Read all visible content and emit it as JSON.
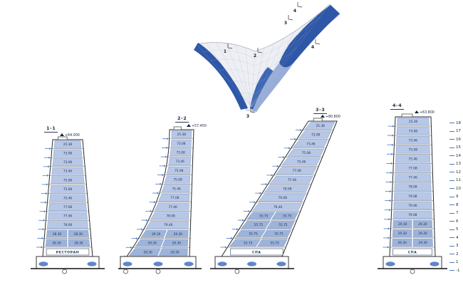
{
  "model": {
    "markers": [
      "1",
      "2",
      "3",
      "3",
      "4",
      "4"
    ]
  },
  "sections": [
    {
      "id": "s11",
      "label": "1-1",
      "elevation": "+64.000",
      "base_label": "РЕСТОРАН",
      "floors": [
        "25.38",
        "73.08",
        "73.08",
        "73.46",
        "75.08",
        "75.08",
        "75.46",
        "77.08",
        "77.46",
        "78.08",
        [
          "28.30",
          "28.30"
        ],
        [
          "28.30",
          "28.30"
        ]
      ]
    },
    {
      "id": "s22",
      "label": "2-2",
      "elevation": "+57.450",
      "base_label": "",
      "floors": [
        "25.38",
        "73.08",
        "73.08",
        "73.46",
        "75.08",
        "75.08",
        "75.46",
        "77.08",
        "77.46",
        "78.08",
        "79.46",
        [
          "29.30",
          "29.30"
        ],
        [
          "29.30",
          "29.30"
        ],
        [
          "29.30",
          "29.30"
        ]
      ]
    },
    {
      "id": "s33",
      "label": "3-3",
      "elevation": "+80.800",
      "base_label": "СПА",
      "floors": [
        "25.38",
        "73.08",
        "73.46",
        "75.08",
        "75.46",
        "77.08",
        "77.46",
        "78.08",
        "79.08",
        "79.46",
        [
          "55.75",
          "55.75"
        ],
        [
          "55.75",
          "55.75"
        ],
        [
          "55.75",
          "55.75"
        ],
        [
          "55.75",
          "55.75"
        ]
      ]
    },
    {
      "id": "s44",
      "label": "4-4",
      "elevation": "+63.800",
      "base_label": "СПА",
      "floors": [
        "25.38",
        "73.08",
        "73.46",
        "75.08",
        "75.46",
        "77.08",
        "77.46",
        "78.08",
        "79.08",
        "79.46",
        "79.08",
        [
          "29.30",
          "29.30"
        ],
        [
          "29.30",
          "29.30"
        ],
        [
          "29.30",
          "29.30"
        ]
      ]
    }
  ],
  "legend": {
    "floors": [
      "18",
      "17",
      "16",
      "15",
      "14",
      "13",
      "12",
      "11",
      "10",
      "9",
      "8",
      "7",
      "6",
      "5",
      "4",
      "3",
      "2",
      "1",
      "-1"
    ]
  },
  "colors": {
    "floor_fill": "#b7c7e7",
    "floor_fill_dark": "#9db3da",
    "accent": "#2e57a8",
    "accent_mid": "#3a64b4",
    "accent_light": "#98aed8",
    "arrow": "#4a7ac0",
    "outline": "#2a2a2a"
  }
}
